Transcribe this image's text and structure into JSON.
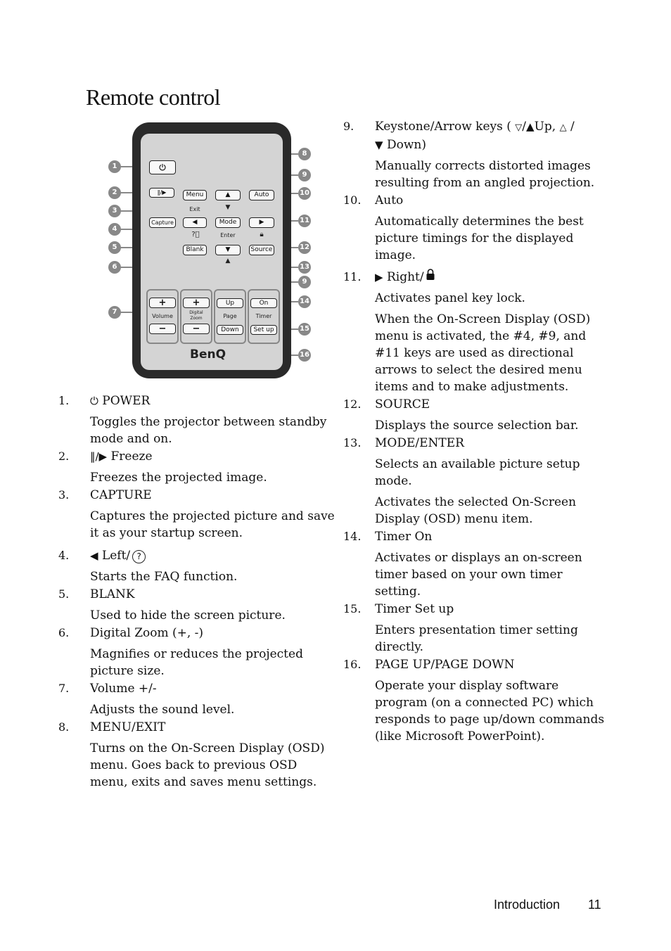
{
  "page": {
    "title": "Remote control",
    "footer_section": "Introduction",
    "footer_page": "11"
  },
  "remote": {
    "menu": "Menu",
    "exit": "Exit",
    "auto": "Auto",
    "capture": "Capture",
    "mode": "Mode",
    "enter": "Enter",
    "blank": "Blank",
    "source": "Source",
    "volume": "Volume",
    "digital_zoom_1": "Digital",
    "digital_zoom_2": "Zoom",
    "up": "Up",
    "page": "Page",
    "down": "Down",
    "on": "On",
    "timer": "Timer",
    "setup": "Set up",
    "brand": "BenQ",
    "callouts": [
      "1",
      "2",
      "3",
      "4",
      "5",
      "6",
      "7",
      "8",
      "9",
      "10",
      "11",
      "12",
      "13",
      "9",
      "14",
      "15",
      "16"
    ]
  },
  "left_items": [
    {
      "num": "1.",
      "title": "POWER",
      "desc": [
        "Toggles the projector between standby mode and on."
      ]
    },
    {
      "num": "2.",
      "title": "Freeze",
      "desc": [
        "Freezes the projected image."
      ]
    },
    {
      "num": "3.",
      "title": "CAPTURE",
      "desc": [
        "Captures the projected picture and save it as your startup screen."
      ]
    },
    {
      "num": "4.",
      "title": "Left/",
      "desc": [
        "Starts the FAQ function."
      ]
    },
    {
      "num": "5.",
      "title": "BLANK",
      "desc": [
        "Used to hide the screen picture."
      ]
    },
    {
      "num": "6.",
      "title": "Digital Zoom (+, -)",
      "desc": [
        "Magnifies or reduces the projected picture size."
      ]
    },
    {
      "num": "7.",
      "title": "Volume +/-",
      "desc": [
        "Adjusts the sound level."
      ]
    },
    {
      "num": "8.",
      "title": "MENU/EXIT",
      "desc": [
        "Turns on the On-Screen Display (OSD) menu. Goes back to previous OSD menu, exits and saves menu settings."
      ]
    }
  ],
  "right_items": [
    {
      "num": "9.",
      "title_a": "Keystone/Arrow keys (",
      "title_b": "/",
      "title_c": "Up,",
      "title_d": "/",
      "title_e": "Down)",
      "desc": [
        "Manually corrects distorted images resulting from an angled projection."
      ]
    },
    {
      "num": "10.",
      "title": "Auto",
      "desc": [
        "Automatically determines the best picture timings for the displayed image."
      ]
    },
    {
      "num": "11.",
      "title": "Right/",
      "desc": [
        "Activates panel key lock.",
        "When the On-Screen Display (OSD) menu is activated, the #4, #9, and #11 keys are used as directional arrows to select the desired menu items and to make adjustments."
      ]
    },
    {
      "num": "12.",
      "title": "SOURCE",
      "desc": [
        "Displays the source selection bar."
      ]
    },
    {
      "num": "13.",
      "title": "MODE/ENTER",
      "desc": [
        "Selects an available picture setup mode.",
        "Activates the selected On-Screen Display (OSD) menu item."
      ]
    },
    {
      "num": "14.",
      "title": "Timer On",
      "desc": [
        "Activates or displays an on-screen timer based on your own timer setting."
      ]
    },
    {
      "num": "15.",
      "title": "Timer Set up",
      "desc": [
        "Enters presentation timer setting directly."
      ]
    },
    {
      "num": "16.",
      "title": "PAGE UP/PAGE DOWN",
      "desc": [
        "Operate your display software program (on a connected PC) which responds to page up/down commands (like Microsoft PowerPoint)."
      ]
    }
  ],
  "icons": {
    "power": "power-icon",
    "freeze": "pause-play-icon",
    "left": "left-triangle-icon",
    "help": "question-circle-icon",
    "keystone_down": "trapezoid-down-icon",
    "up": "up-triangle-icon",
    "keystone_up": "trapezoid-up-icon",
    "down": "down-triangle-icon",
    "right": "right-triangle-icon",
    "lock": "lock-icon"
  }
}
